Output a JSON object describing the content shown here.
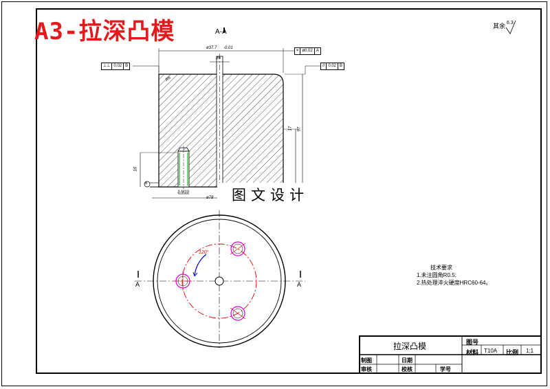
{
  "title": "A3-拉深凸模",
  "watermark": "图文设计",
  "section_label": "A-A",
  "roughness": {
    "prefix": "其余",
    "value": "6.3"
  },
  "dimensions": {
    "top_width": "ø37.7",
    "top_tol": "-0.01",
    "center_hole": "ø6",
    "chamfer": "R6",
    "height_total": "97",
    "height_mid": "17",
    "pin_height": "16",
    "pin_hole": "3-M10",
    "bottom_width": "ø78"
  },
  "tolerances": {
    "parallel_left": {
      "symbol": "⊥⊥",
      "value": "0.02",
      "datum": "B"
    },
    "position_top": {
      "symbol": "⌖",
      "value": "ø0.02",
      "datum": "A"
    },
    "flat_right": {
      "symbol": "//",
      "value": "0.02",
      "datum": "B"
    },
    "datum_bottom": "B"
  },
  "plan_view": {
    "angle_label": "120°",
    "section_marks": [
      "A",
      "A"
    ]
  },
  "tech_requirements": {
    "heading": "技术要求",
    "items": [
      "1.未注圆角R0.5;",
      "2.热处理淬火硬度HRC60-64。"
    ]
  },
  "title_block": {
    "part_name": "拉深凸模",
    "drawing_no_label": "图号",
    "material_label": "材料",
    "material_value": "T10A",
    "scale_label": "比例",
    "scale_value": "1:1",
    "drawn_label": "制图",
    "checked_label": "审核",
    "date_label": "日期",
    "reviewed_label": "校核",
    "student_no_label": "学号"
  }
}
